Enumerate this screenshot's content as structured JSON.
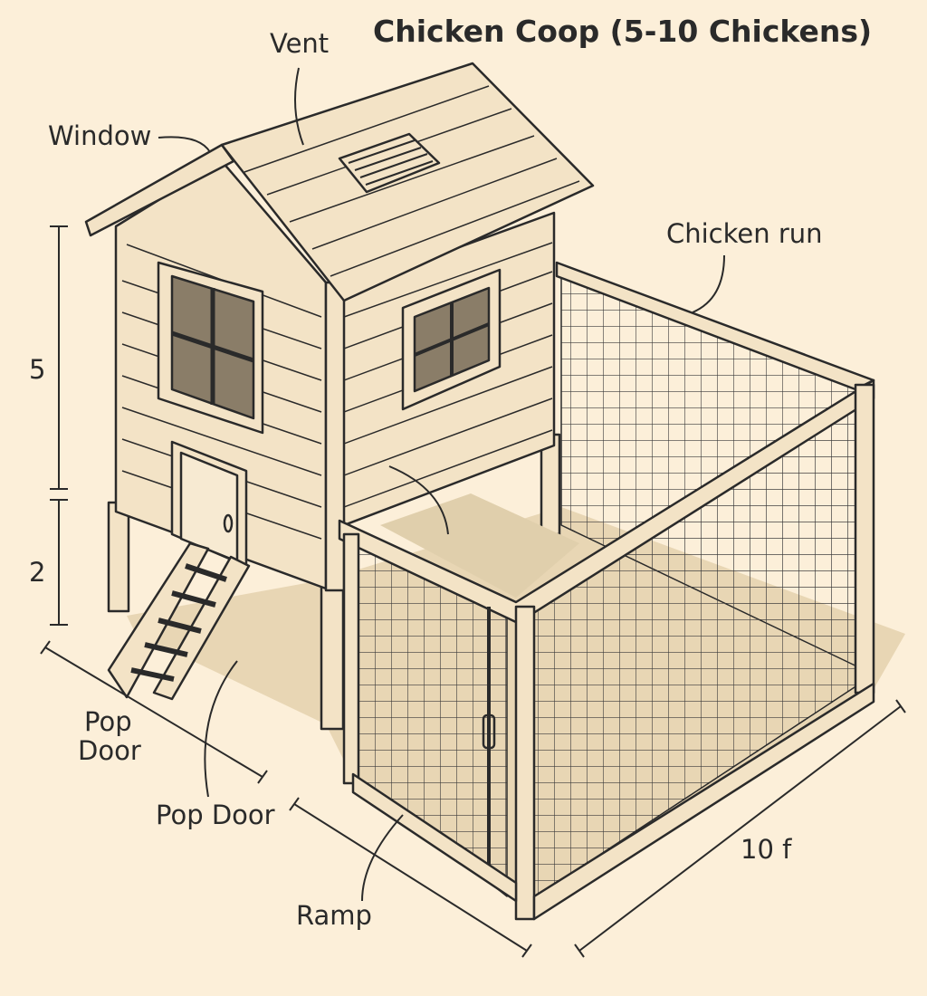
{
  "title": "Chicken Coop (5-10 Chickens)",
  "labels": {
    "vent": "Vent",
    "window": "Window",
    "chicken_run": "Chicken run",
    "height_upper": "5",
    "height_lower": "2",
    "pop_door_left_line1": "Pop",
    "pop_door_left_line2": "Door",
    "pop_door": "Pop Door",
    "ramp": "Ramp",
    "run_length": "10 f"
  },
  "colors": {
    "background": "#fcefd9",
    "wood": "#f3e3c6",
    "shade": "#dcc9a6",
    "line": "#2a2a2a"
  }
}
